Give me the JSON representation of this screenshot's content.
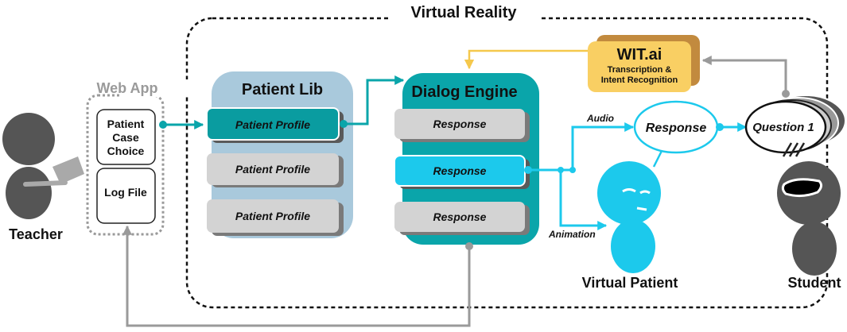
{
  "title": "Virtual Reality",
  "web_app": {
    "label": "Web App",
    "case_choice": [
      "Patient",
      "Case",
      "Choice"
    ],
    "log_file": "Log File"
  },
  "patient_lib": {
    "title": "Patient Lib",
    "profiles": [
      "Patient Profile",
      "Patient Profile",
      "Patient Profile"
    ]
  },
  "dialog_engine": {
    "title": "Dialog Engine",
    "responses": [
      "Response",
      "Response",
      "Response"
    ]
  },
  "wit": {
    "title": "WIT.ai",
    "subtitle": [
      "Transcription &",
      "Intent Recognition"
    ]
  },
  "labels": {
    "audio": "Audio",
    "animation": "Animation",
    "response_bubble": "Response",
    "question_bubble": "Question 1"
  },
  "actors": {
    "teacher": "Teacher",
    "student": "Student",
    "virtual_patient": "Virtual Patient"
  },
  "colors": {
    "teal": "#0aa5aa",
    "cyan": "#1cc9ec",
    "grey_arrow": "#9a9a9a",
    "lib_blue": "#a9c9dc",
    "wit_yellow": "#f9cf63",
    "wit_shadow": "#c28a3e",
    "figure_dark": "#555555"
  }
}
